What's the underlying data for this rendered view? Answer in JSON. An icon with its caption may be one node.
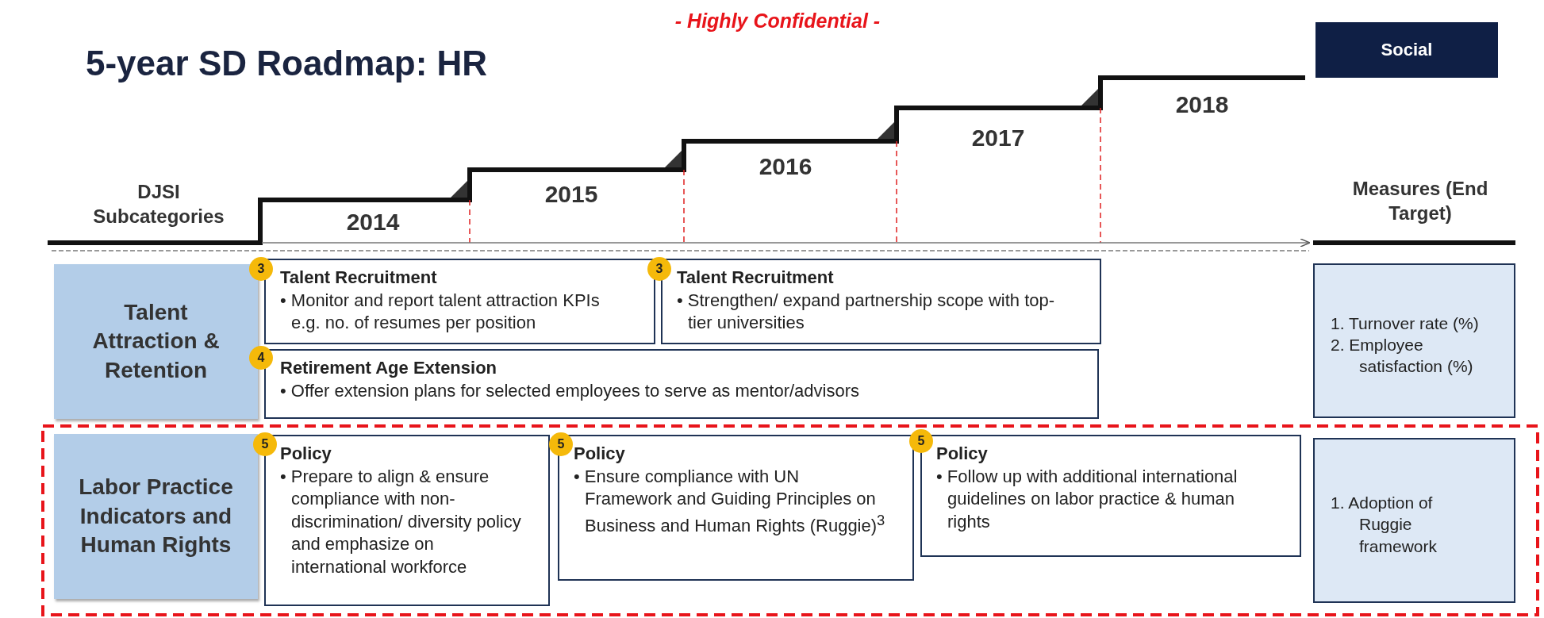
{
  "diagram": {
    "title": "5-year SD Roadmap: HR",
    "nodes": [
      {
        "text": [
          "Social"
        ]
      },
      {
        "text": [
          "Talent Attraction & Retention"
        ]
      },
      {
        "text": [
          "3"
        ]
      },
      {
        "text": [
          "Talent Recruitment",
          "• Monitor and report talent attraction KPIs e.g. no. of resumes per position"
        ]
      },
      {
        "text": [
          "3"
        ]
      },
      {
        "text": [
          "Talent Recruitment",
          "• Strengthen/ expand partnership scope with top-tier universities"
        ]
      },
      {
        "text": [
          "4"
        ]
      },
      {
        "text": [
          "Retirement Age Extension",
          "• Offer extension plans for selected employees to serve as mentor/advisors"
        ]
      },
      {
        "text": [
          "1. Turnover rate (%)",
          "2. Employee satisfaction (%)"
        ]
      },
      {
        "text": [
          "Labor Practice Indicators and Human Rights"
        ]
      },
      {
        "text": [
          "5"
        ]
      },
      {
        "text": [
          "Policy",
          "• Prepare to align & ensure compliance with non-discrimination/ diversity policy and emphasize on international workforce"
        ]
      },
      {
        "text": [
          "5"
        ]
      },
      {
        "text": [
          "Policy",
          "• Ensure compliance with UN Framework and Guiding Principles on Business and Human Rights (Ruggie)$^{3}$"
        ]
      },
      {
        "text": [
          "5"
        ]
      },
      {
        "text": [
          "Policy",
          "• Follow up with additional international guidelines on labor practice & human rights"
        ]
      },
      {
        "text": [
          "1. Adoption of Ruggie framework"
        ]
      }
    ],
    "edges": [],
    "labels": [
      "- Highly Confidential -",
      "DJSI Subcategories",
      "2014",
      "2015",
      "2016",
      "2017",
      "2018",
      "Measures (End Target)"
    ]
  }
}
